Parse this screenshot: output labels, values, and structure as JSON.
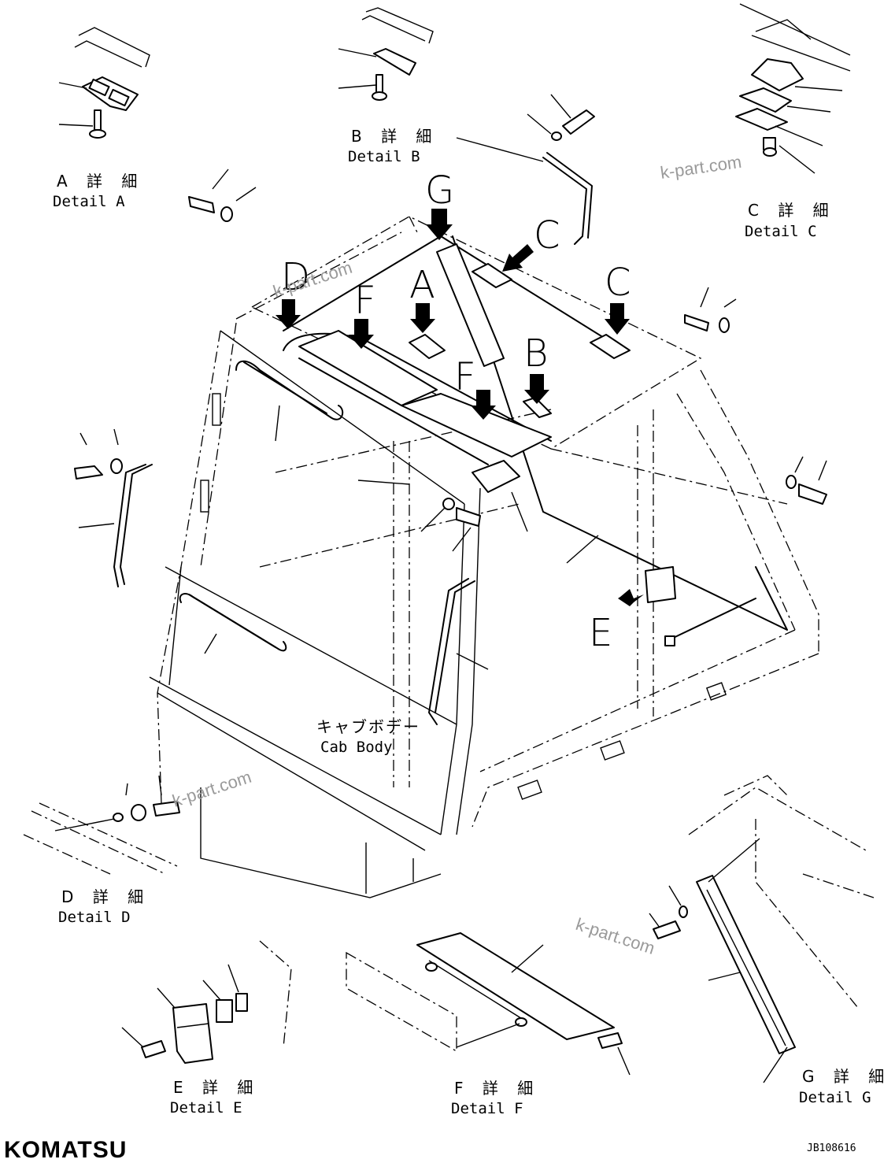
{
  "details": [
    {
      "id": "A",
      "jp": "A 詳 細",
      "en": "Detail A"
    },
    {
      "id": "B",
      "jp": "B 詳 細",
      "en": "Detail B"
    },
    {
      "id": "C",
      "jp": "C 詳 細",
      "en": "Detail C"
    },
    {
      "id": "D",
      "jp": "D 詳 細",
      "en": "Detail D"
    },
    {
      "id": "E",
      "jp": "E 詳 細",
      "en": "Detail E"
    },
    {
      "id": "F",
      "jp": "F 詳 細",
      "en": "Detail F"
    },
    {
      "id": "G",
      "jp": "G 詳 細",
      "en": "Detail G"
    }
  ],
  "callouts": {
    "g": "G",
    "c1": "C",
    "c2": "C",
    "d": "D",
    "f1": "F",
    "a": "A",
    "b": "B",
    "f2": "F",
    "e": "E"
  },
  "cab_body": {
    "jp": "キャブボデー",
    "en": "Cab Body"
  },
  "watermark": "k-part.com",
  "brand": "KOMATSU",
  "drawing_code": "JB108616"
}
